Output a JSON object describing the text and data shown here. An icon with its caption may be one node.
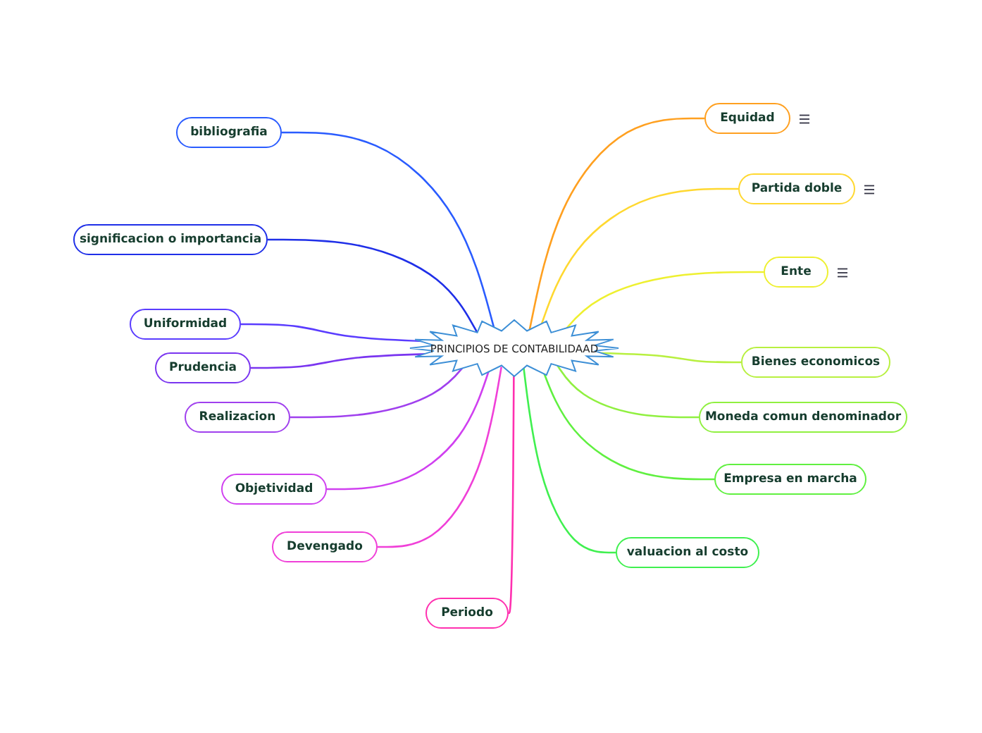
{
  "diagram": {
    "nodes": [
      {
        "text": [
          "PRINCIPIOS DE CONTABILIDAAD"
        ]
      },
      {
        "text": [
          "bibliografia"
        ]
      },
      {
        "text": [
          "significacion o importancia"
        ]
      },
      {
        "text": [
          "Uniformidad"
        ]
      },
      {
        "text": [
          "Prudencia"
        ]
      },
      {
        "text": [
          "Realizacion"
        ]
      },
      {
        "text": [
          "Objetividad"
        ]
      },
      {
        "text": [
          "Devengado"
        ]
      },
      {
        "text": [
          "Periodo"
        ]
      },
      {
        "text": [
          "Equidad"
        ]
      },
      {
        "text": [
          "Partida doble"
        ]
      },
      {
        "text": [
          "Ente"
        ]
      },
      {
        "text": [
          "Bienes economicos"
        ]
      },
      {
        "text": [
          "Moneda comun denominador"
        ]
      },
      {
        "text": [
          "Empresa en marcha"
        ]
      },
      {
        "text": [
          "valuacion al costo"
        ]
      }
    ],
    "edges": [
      {
        "from": 0,
        "to": 1,
        "arrow": "none",
        "color": "#2a5cff"
      },
      {
        "from": 0,
        "to": 2,
        "arrow": "none",
        "color": "#1f2fe8"
      },
      {
        "from": 0,
        "to": 3,
        "arrow": "none",
        "color": "#5a3cff"
      },
      {
        "from": 0,
        "to": 4,
        "arrow": "none",
        "color": "#7a35f0"
      },
      {
        "from": 0,
        "to": 5,
        "arrow": "none",
        "color": "#a040ee"
      },
      {
        "from": 0,
        "to": 6,
        "arrow": "none",
        "color": "#d040f0"
      },
      {
        "from": 0,
        "to": 7,
        "arrow": "none",
        "color": "#f040d8"
      },
      {
        "from": 0,
        "to": 8,
        "arrow": "none",
        "color": "#ff30b0"
      },
      {
        "from": 0,
        "to": 9,
        "arrow": "none",
        "color": "#ffa020"
      },
      {
        "from": 0,
        "to": 10,
        "arrow": "none",
        "color": "#ffd830"
      },
      {
        "from": 0,
        "to": 11,
        "arrow": "none",
        "color": "#eef030"
      },
      {
        "from": 0,
        "to": 12,
        "arrow": "none",
        "color": "#b8f040"
      },
      {
        "from": 0,
        "to": 13,
        "arrow": "none",
        "color": "#90f040"
      },
      {
        "from": 0,
        "to": 14,
        "arrow": "none",
        "color": "#60f040"
      },
      {
        "from": 0,
        "to": 15,
        "arrow": "none",
        "color": "#40f050"
      }
    ]
  }
}
